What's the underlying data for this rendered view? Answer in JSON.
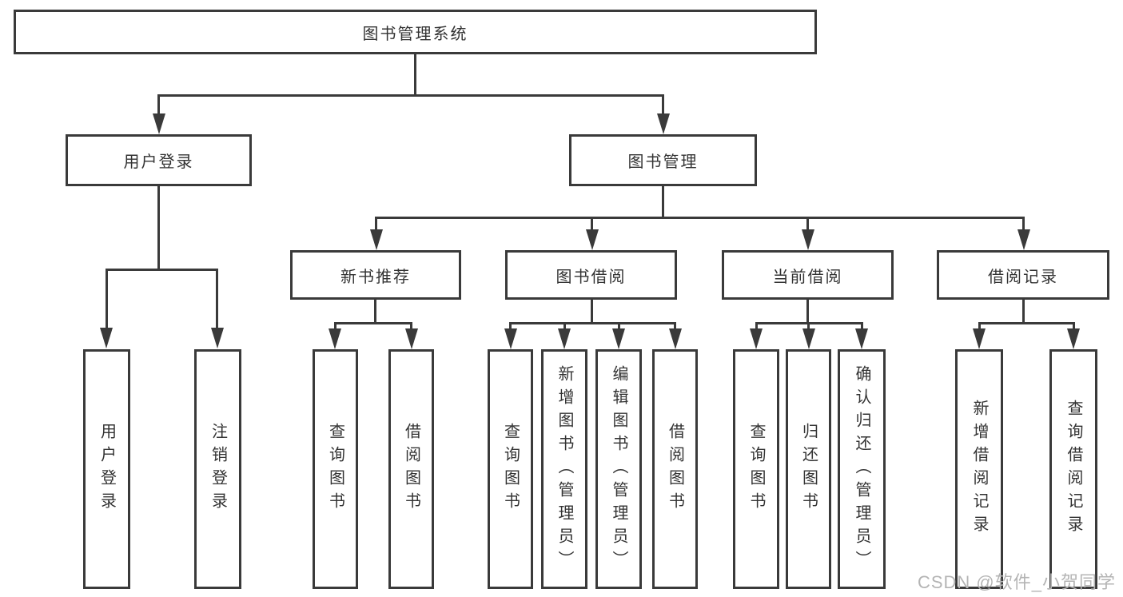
{
  "tree": {
    "label": "图书管理系统",
    "children": [
      {
        "label": "用户登录",
        "children": [
          {
            "label": "用户登录"
          },
          {
            "label": "注销登录"
          }
        ]
      },
      {
        "label": "图书管理",
        "children": [
          {
            "label": "新书推荐",
            "children": [
              {
                "label": "查询图书"
              },
              {
                "label": "借阅图书"
              }
            ]
          },
          {
            "label": "图书借阅",
            "children": [
              {
                "label": "查询图书"
              },
              {
                "label": "新增图书（管理员）"
              },
              {
                "label": "编辑图书（管理员）"
              },
              {
                "label": "借阅图书"
              }
            ]
          },
          {
            "label": "当前借阅",
            "children": [
              {
                "label": "查询图书"
              },
              {
                "label": "归还图书"
              },
              {
                "label": "确认归还（管理员）"
              }
            ]
          },
          {
            "label": "借阅记录",
            "children": [
              {
                "label": "新增借阅记录"
              },
              {
                "label": "查询借阅记录"
              }
            ]
          }
        ]
      }
    ]
  },
  "watermark": {
    "text": "CSDN @软件_小贺同学"
  },
  "colors": {
    "line": "#3a3a3a",
    "node_border": "#3a3a3a",
    "node_text": "#333333",
    "background": "#ffffff",
    "watermark": "#b4b4b4"
  }
}
